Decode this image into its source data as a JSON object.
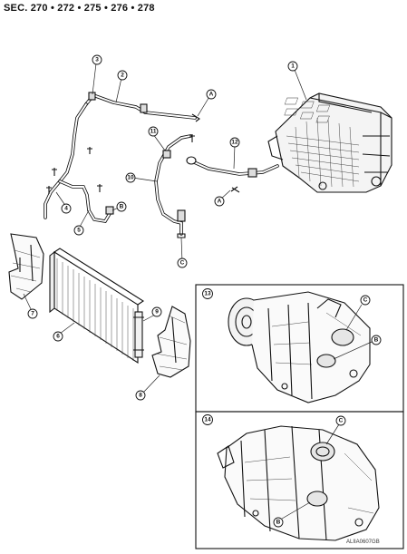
{
  "header": {
    "section_label": "SEC. 270 • 272 • 275 • 276 • 278"
  },
  "callouts": {
    "c1": "1",
    "c2": "2",
    "c3": "3",
    "c4": "4",
    "c5": "5",
    "c6": "6",
    "c7": "7",
    "c8": "8",
    "c9": "9",
    "c10": "10",
    "c11": "11",
    "c12": "12",
    "c13": "13",
    "c14": "14",
    "refA1": "A",
    "refA2": "A",
    "refB1": "B",
    "refC1": "C",
    "refB13": "B",
    "refC13": "C",
    "refB14": "B",
    "refC14": "C"
  },
  "footer": {
    "figure_code": "ALIIA0607GB"
  }
}
